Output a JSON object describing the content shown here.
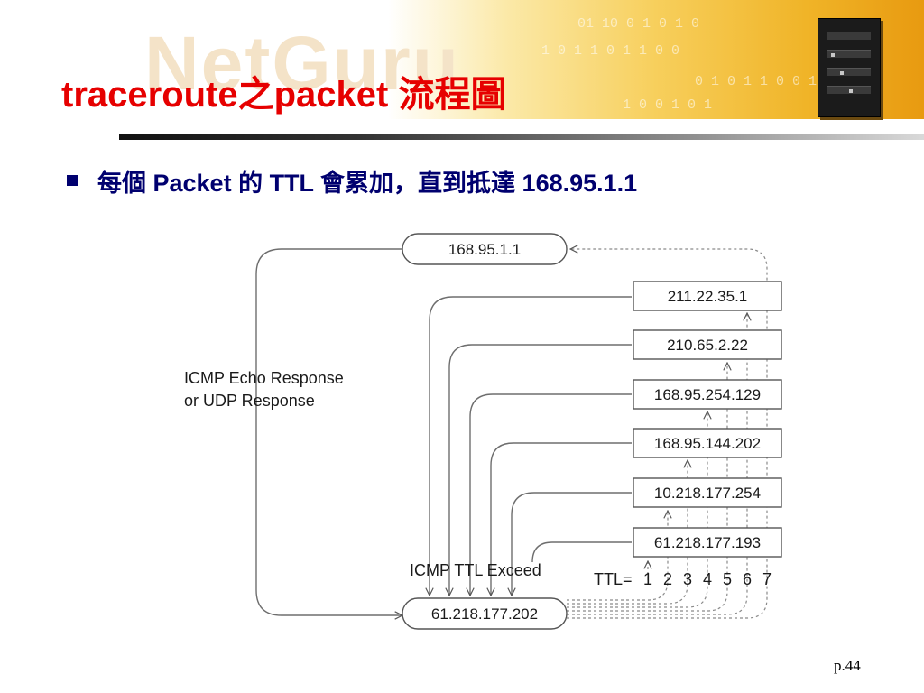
{
  "slide": {
    "title": "traceroute之packet 流程圖",
    "watermark": "NetGuru",
    "bullet": "每個 Packet 的 TTL 會累加，直到抵達 168.95.1.1",
    "page_number": "p.44"
  },
  "diagram": {
    "destination": "168.95.1.1",
    "source": "61.218.177.202",
    "hops": [
      "211.22.35.1",
      "210.65.2.22",
      "168.95.254.129",
      "168.95.144.202",
      "10.218.177.254",
      "61.218.177.193"
    ],
    "response_label": [
      "ICMP Echo Response",
      "or UDP Response"
    ],
    "icmp_label": "ICMP TTL Exceed",
    "ttl_label": "TTL=",
    "ttl_values": [
      "1",
      "2",
      "3",
      "4",
      "5",
      "6",
      "7"
    ]
  },
  "colors": {
    "title": "#e60000",
    "bullet": "#00006f",
    "diagram_stroke": "#6e6e6e"
  }
}
